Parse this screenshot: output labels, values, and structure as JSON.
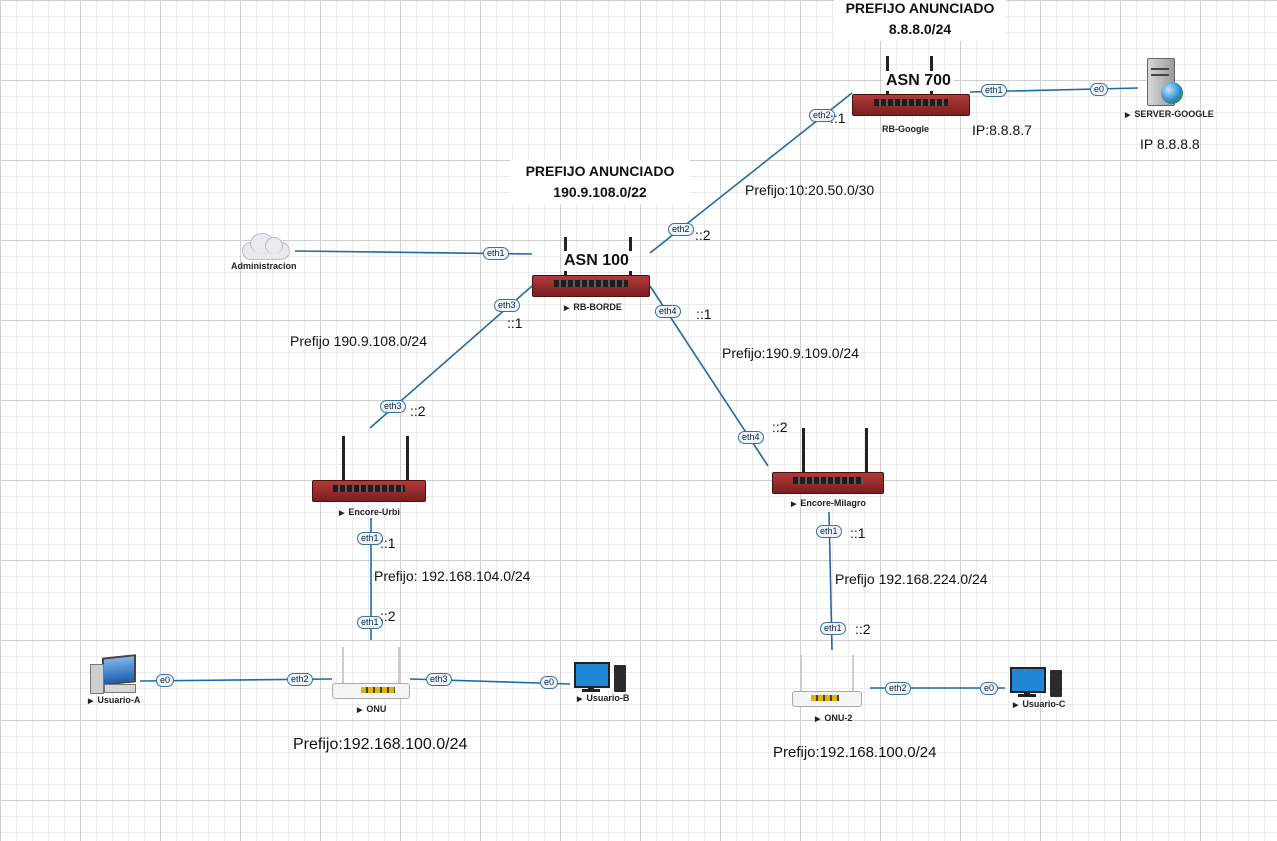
{
  "colors": {
    "link": "#1f6aa5",
    "router_body": "#a33333",
    "grid": "#d6d6d6"
  },
  "titles": {
    "google_line1": "PREFIJO ANUNCIADO",
    "google_line2": "8.8.8.0/24",
    "borde_line1": "PREFIJO ANUNCIADO",
    "borde_line2": "190.9.108.0/22"
  },
  "asn": {
    "google": "ASN 700",
    "borde": "ASN 100"
  },
  "devices": {
    "rb_google": "RB-Google",
    "server": "SERVER-GOOGLE",
    "rb_borde": "RB-BORDE",
    "cloud": "Administracion",
    "encore_urbi": "Encore-Urbi",
    "encore_milagro": "Encore-Milagro",
    "onu": "ONU",
    "onu2": "ONU-2",
    "usuario_a": "Usuario-A",
    "usuario_b": "Usuario-B",
    "usuario_c": "Usuario-C"
  },
  "ports": {
    "google_eth1": "eth1",
    "server_e0": "e0",
    "google_eth2": "eth2",
    "borde_eth2": "eth2",
    "borde_eth1": "eth1",
    "borde_eth3": "eth3",
    "borde_eth4": "eth4",
    "urbi_eth3": "eth3",
    "urbi_eth1": "eth1",
    "milagro_eth4": "eth4",
    "milagro_eth1": "eth1",
    "onu_eth1": "eth1",
    "onu_eth2": "eth2",
    "onu_eth3": "eth3",
    "usera_e0": "e0",
    "userb_e0": "e0",
    "onu2_eth1": "eth1",
    "onu2_eth2": "eth2",
    "userc_e0": "e0"
  },
  "addr": {
    "google_eth2": "::1",
    "borde_eth2": "::2",
    "borde_eth3": "::1",
    "urbi_eth3": "::2",
    "borde_eth4": "::1",
    "milagro_eth4": "::2",
    "urbi_eth1": "::1",
    "onu_eth1": "::2",
    "milagro_eth1": "::1",
    "onu2_eth1": "::2"
  },
  "labels": {
    "google_ip": "IP:8.8.8.7",
    "server_ip": "IP 8.8.8.8",
    "prefix_google_link": "Prefijo:10:20.50.0/30",
    "prefix_urbi_link": "Prefijo 190.9.108.0/24",
    "prefix_milagro_link": "Prefijo:190.9.109.0/24",
    "prefix_urbi_onu": "Prefijo: 192.168.104.0/24",
    "prefix_milagro_onu": "Prefijo 192.168.224.0/24",
    "prefix_onu_lan": "Prefijo:192.168.100.0/24",
    "prefix_onu2_lan": "Prefijo:192.168.100.0/24"
  }
}
